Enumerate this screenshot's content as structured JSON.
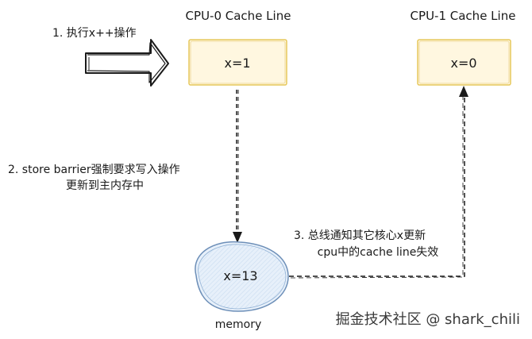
{
  "diagram": {
    "cpu0": {
      "title": "CPU-0 Cache Line",
      "value": "x=1"
    },
    "cpu1": {
      "title": "CPU-1 Cache Line",
      "value": "x=0"
    },
    "memory": {
      "value": "x=13",
      "label": "memory"
    },
    "steps": {
      "step1": "1. 执行x++操作",
      "step2_line1": "2. store barrier强制要求写入操作",
      "step2_line2": "更新到主内存中",
      "step3_line1": "3. 总线通知其它核心x更新",
      "step3_line2": "cpu中的cache line失效"
    },
    "watermark": "掘金技术社区 @ shark_chili",
    "colors": {
      "cache_fill": "#fff7e0",
      "cache_stroke": "#e6c75a",
      "memory_fill": "#e7f0fa",
      "memory_stroke": "#6d8fb8",
      "arrow": "#1a1a1a"
    }
  }
}
